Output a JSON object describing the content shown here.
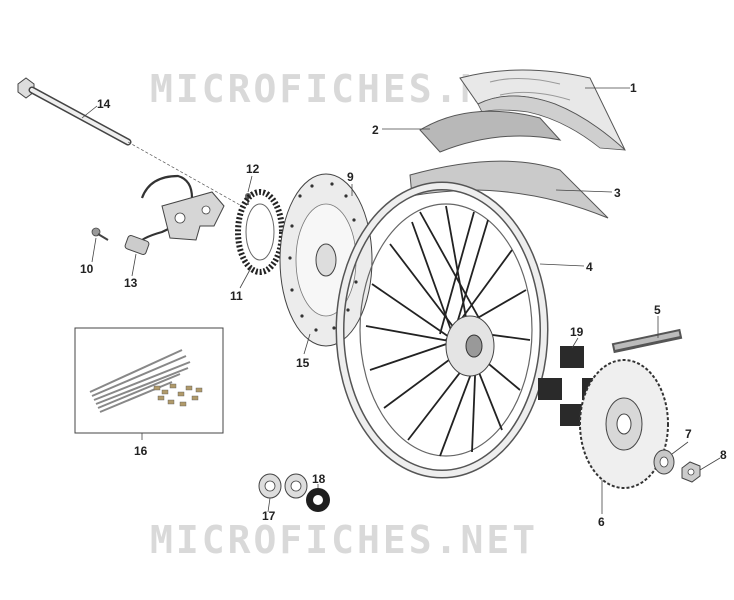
{
  "watermark_top": "MICROFICHES.NET",
  "watermark_bottom": "MICROFICHES.NET",
  "callouts": {
    "c1": "1",
    "c2": "2",
    "c3": "3",
    "c4": "4",
    "c5": "5",
    "c6": "6",
    "c7": "7",
    "c8": "8",
    "c9": "9",
    "c10": "10",
    "c11": "11",
    "c12": "12",
    "c13": "13",
    "c14": "14",
    "c15": "15",
    "c16": "16",
    "c17": "17",
    "c18": "18",
    "c19": "19"
  }
}
